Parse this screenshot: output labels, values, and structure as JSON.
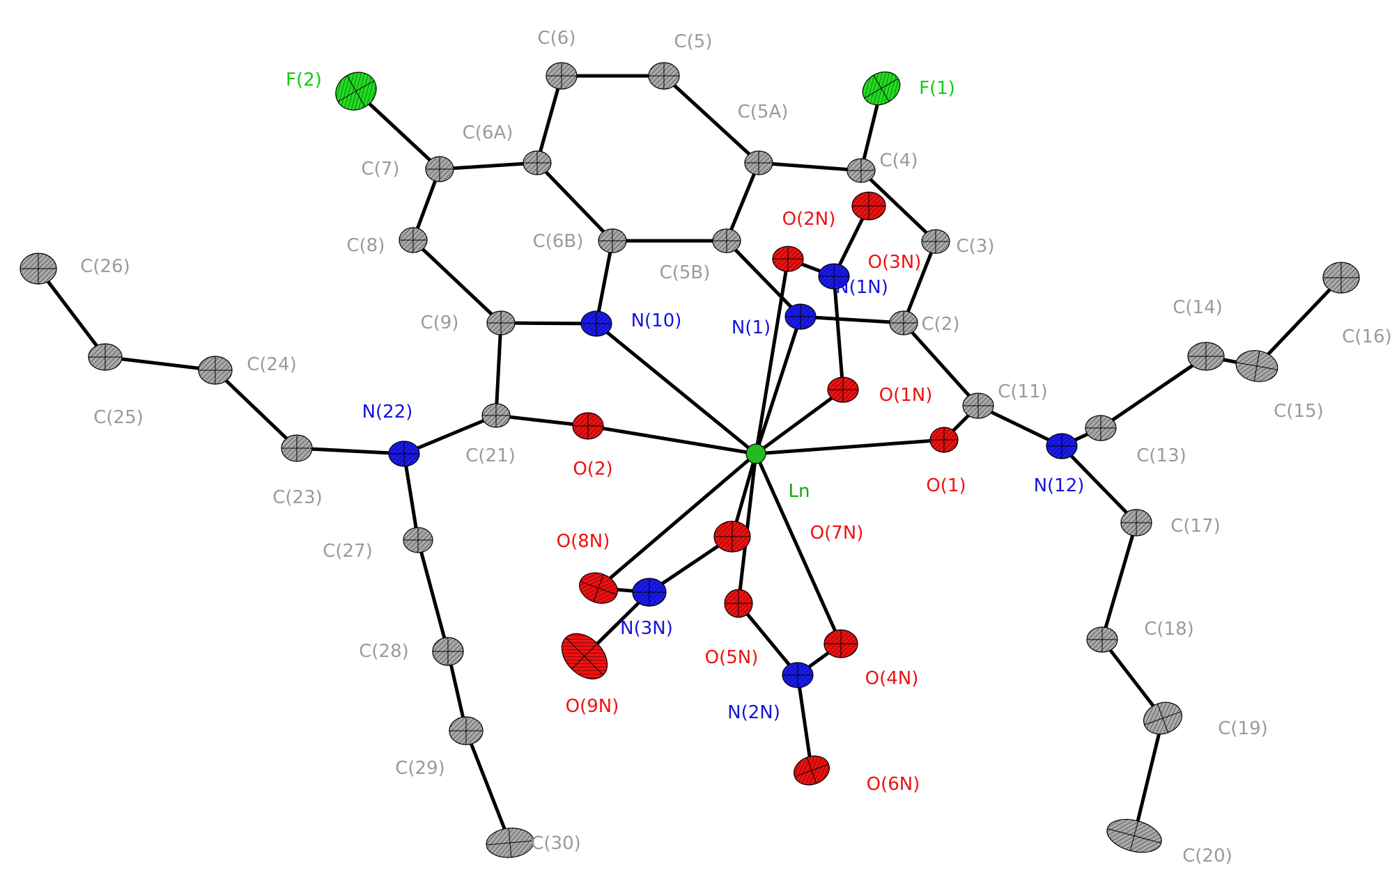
{
  "palette": {
    "C": "#a9a9a9",
    "N": "#1a1aee",
    "O": "#ee1111",
    "F": "#22dd22",
    "Ln": "#22bb22",
    "bond": "#000000",
    "C_label": "#9a9a9a",
    "N_label": "#1414dd",
    "O_label": "#ee1111",
    "F_label": "#11cc11",
    "Ln_label": "#11aa11"
  },
  "atoms": [
    {
      "id": "Ln",
      "label": "Ln",
      "el": "Ln"
    },
    {
      "id": "F1",
      "label": "F(1)",
      "el": "F"
    },
    {
      "id": "F2",
      "label": "F(2)",
      "el": "F"
    },
    {
      "id": "C2",
      "label": "C(2)",
      "el": "C"
    },
    {
      "id": "C3",
      "label": "C(3)",
      "el": "C"
    },
    {
      "id": "C4",
      "label": "C(4)",
      "el": "C"
    },
    {
      "id": "C5",
      "label": "C(5)",
      "el": "C"
    },
    {
      "id": "C5A",
      "label": "C(5A)",
      "el": "C"
    },
    {
      "id": "C5B",
      "label": "C(5B)",
      "el": "C"
    },
    {
      "id": "C6",
      "label": "C(6)",
      "el": "C"
    },
    {
      "id": "C6A",
      "label": "C(6A)",
      "el": "C"
    },
    {
      "id": "C6B",
      "label": "C(6B)",
      "el": "C"
    },
    {
      "id": "C7",
      "label": "C(7)",
      "el": "C"
    },
    {
      "id": "C8",
      "label": "C(8)",
      "el": "C"
    },
    {
      "id": "C9",
      "label": "C(9)",
      "el": "C"
    },
    {
      "id": "C11",
      "label": "C(11)",
      "el": "C"
    },
    {
      "id": "C13",
      "label": "C(13)",
      "el": "C"
    },
    {
      "id": "C14",
      "label": "C(14)",
      "el": "C"
    },
    {
      "id": "C15",
      "label": "C(15)",
      "el": "C"
    },
    {
      "id": "C16",
      "label": "C(16)",
      "el": "C"
    },
    {
      "id": "C17",
      "label": "C(17)",
      "el": "C"
    },
    {
      "id": "C18",
      "label": "C(18)",
      "el": "C"
    },
    {
      "id": "C19",
      "label": "C(19)",
      "el": "C"
    },
    {
      "id": "C20",
      "label": "C(20)",
      "el": "C"
    },
    {
      "id": "C21",
      "label": "C(21)",
      "el": "C"
    },
    {
      "id": "C23",
      "label": "C(23)",
      "el": "C"
    },
    {
      "id": "C24",
      "label": "C(24)",
      "el": "C"
    },
    {
      "id": "C25",
      "label": "C(25)",
      "el": "C"
    },
    {
      "id": "C26",
      "label": "C(26)",
      "el": "C"
    },
    {
      "id": "C27",
      "label": "C(27)",
      "el": "C"
    },
    {
      "id": "C28",
      "label": "C(28)",
      "el": "C"
    },
    {
      "id": "C29",
      "label": "C(29)",
      "el": "C"
    },
    {
      "id": "C30",
      "label": "C(30)",
      "el": "C"
    },
    {
      "id": "N1",
      "label": "N(1)",
      "el": "N"
    },
    {
      "id": "N10",
      "label": "N(10)",
      "el": "N"
    },
    {
      "id": "N12",
      "label": "N(12)",
      "el": "N"
    },
    {
      "id": "N22",
      "label": "N(22)",
      "el": "N"
    },
    {
      "id": "N1N",
      "label": "N(1N)",
      "el": "N"
    },
    {
      "id": "N2N",
      "label": "N(2N)",
      "el": "N"
    },
    {
      "id": "N3N",
      "label": "N(3N)",
      "el": "N"
    },
    {
      "id": "O1",
      "label": "O(1)",
      "el": "O"
    },
    {
      "id": "O2",
      "label": "O(2)",
      "el": "O"
    },
    {
      "id": "O1N",
      "label": "O(1N)",
      "el": "O"
    },
    {
      "id": "O2N",
      "label": "O(2N)",
      "el": "O"
    },
    {
      "id": "O3N",
      "label": "O(3N)",
      "el": "O"
    },
    {
      "id": "O4N",
      "label": "O(4N)",
      "el": "O"
    },
    {
      "id": "O5N",
      "label": "O(5N)",
      "el": "O"
    },
    {
      "id": "O6N",
      "label": "O(6N)",
      "el": "O"
    },
    {
      "id": "O7N",
      "label": "O(7N)",
      "el": "O"
    },
    {
      "id": "O8N",
      "label": "O(8N)",
      "el": "O"
    },
    {
      "id": "O9N",
      "label": "O(9N)",
      "el": "O"
    }
  ],
  "bonds": [
    [
      "F1",
      "C4"
    ],
    [
      "C4",
      "C5A"
    ],
    [
      "C4",
      "C3"
    ],
    [
      "C3",
      "C2"
    ],
    [
      "C2",
      "N1"
    ],
    [
      "C2",
      "C11"
    ],
    [
      "C5A",
      "C5"
    ],
    [
      "C5",
      "C6"
    ],
    [
      "C6",
      "C6A"
    ],
    [
      "C6A",
      "C7"
    ],
    [
      "C6A",
      "C6B"
    ],
    [
      "C5A",
      "C5B"
    ],
    [
      "C5B",
      "C6B"
    ],
    [
      "C5B",
      "N1"
    ],
    [
      "C6B",
      "N10"
    ],
    [
      "F2",
      "C7"
    ],
    [
      "C7",
      "C8"
    ],
    [
      "C8",
      "C9"
    ],
    [
      "C9",
      "N10"
    ],
    [
      "C9",
      "C21"
    ],
    [
      "C21",
      "O2"
    ],
    [
      "C21",
      "N22"
    ],
    [
      "N22",
      "C23"
    ],
    [
      "C23",
      "C24"
    ],
    [
      "C24",
      "C25"
    ],
    [
      "C25",
      "C26"
    ],
    [
      "N22",
      "C27"
    ],
    [
      "C27",
      "C28"
    ],
    [
      "C28",
      "C29"
    ],
    [
      "C29",
      "C30"
    ],
    [
      "C11",
      "O1"
    ],
    [
      "C11",
      "N12"
    ],
    [
      "N12",
      "C13"
    ],
    [
      "C13",
      "C14"
    ],
    [
      "C14",
      "C15"
    ],
    [
      "C15",
      "C16"
    ],
    [
      "N12",
      "C17"
    ],
    [
      "C17",
      "C18"
    ],
    [
      "C18",
      "C19"
    ],
    [
      "C19",
      "C20"
    ],
    [
      "O2N",
      "N1N"
    ],
    [
      "O3N",
      "N1N"
    ],
    [
      "N1N",
      "O1N"
    ],
    [
      "O7N",
      "N3N"
    ],
    [
      "N3N",
      "O8N"
    ],
    [
      "N3N",
      "O9N"
    ],
    [
      "O5N",
      "N2N"
    ],
    [
      "N2N",
      "O4N"
    ],
    [
      "N2N",
      "O6N"
    ],
    [
      "Ln",
      "O1"
    ],
    [
      "Ln",
      "O2"
    ],
    [
      "Ln",
      "N1"
    ],
    [
      "Ln",
      "N10"
    ],
    [
      "Ln",
      "O1N"
    ],
    [
      "Ln",
      "O2N"
    ],
    [
      "Ln",
      "O7N"
    ],
    [
      "Ln",
      "O8N"
    ],
    [
      "Ln",
      "O5N"
    ],
    [
      "Ln",
      "O4N"
    ]
  ]
}
